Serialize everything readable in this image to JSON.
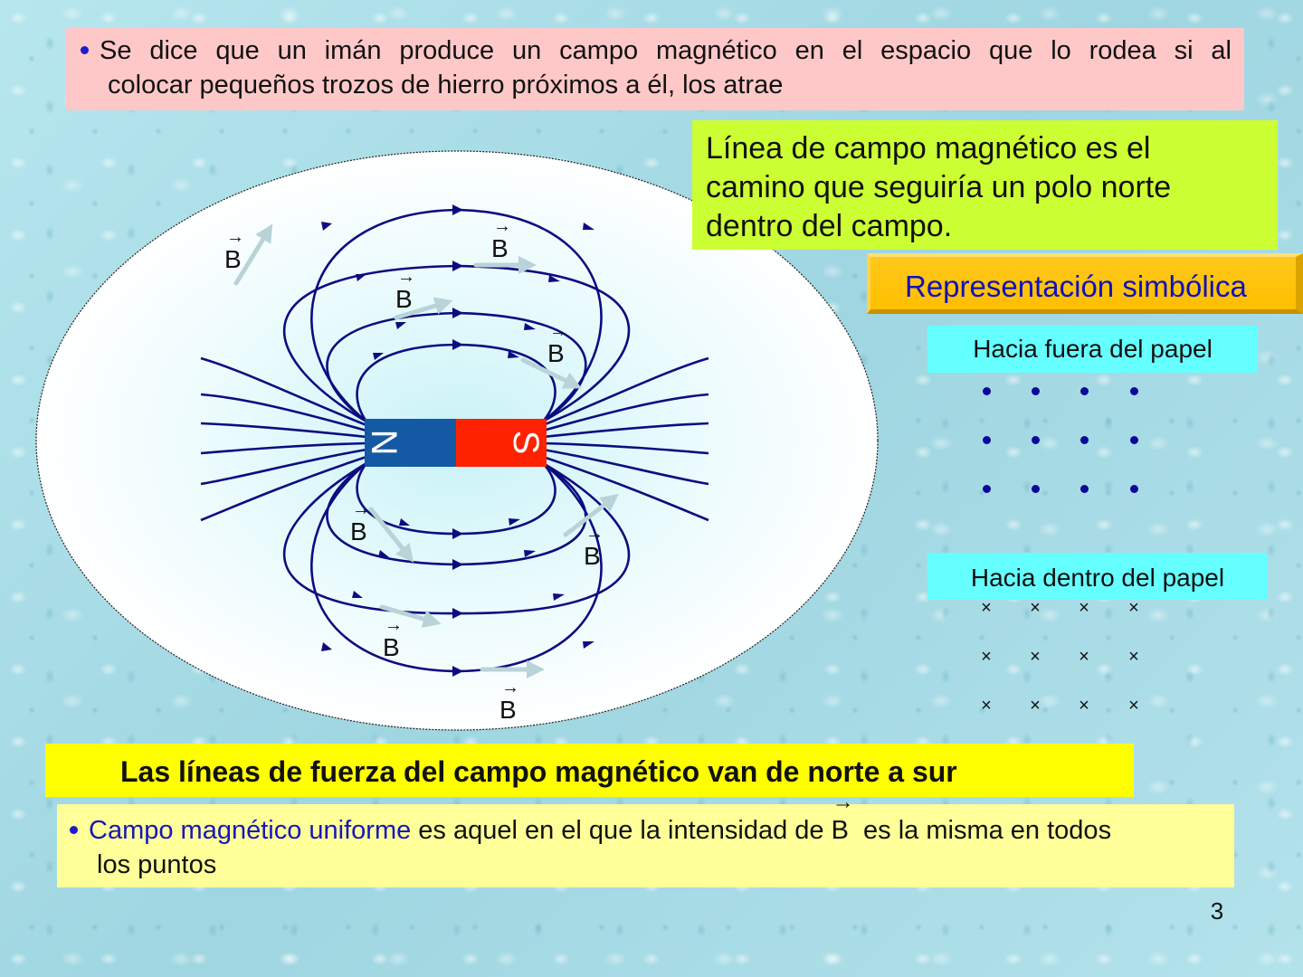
{
  "slide": {
    "page_number": "3",
    "background_color": "#a9dde6"
  },
  "intro": {
    "line1": "Se dice que un imán produce un campo magnético en el espacio que lo rodea si al",
    "line2": "colocar pequeños trozos  de hierro próximos a él, los atrae",
    "background_color": "#ffc8c8"
  },
  "definition": {
    "lines": [
      "Línea de campo magnético es el",
      "camino que seguiría un polo norte",
      "dentro del campo."
    ],
    "background_color": "#ccff33"
  },
  "symbolic": {
    "title": "Representación simbólica",
    "title_color": "#1111bb",
    "out_of_page": {
      "label": "Hacia fuera del papel",
      "symbol": "dot",
      "rows": 3,
      "cols": 4
    },
    "into_page": {
      "label": "Hacia dentro del papel",
      "symbol": "×",
      "rows": 3,
      "cols": 4
    }
  },
  "diagram": {
    "magnet": {
      "north_label": "N",
      "south_label": "S",
      "north_color": "#1459a3",
      "south_color": "#ff2200"
    },
    "field_line_color": "#0c0c80",
    "vector_label": "B",
    "vector_arrow": "→",
    "vector_label_count": 8
  },
  "rule": {
    "text": "Las líneas de fuerza del campo magnético van de norte a sur",
    "background_color": "#ffff00"
  },
  "uniform": {
    "term": "Campo magnético uniforme",
    "text_before_vector": " es aquel en el que la intensidad de ",
    "vector_symbol": "B",
    "vector_arrow": "→",
    "text_after_vector": "  es la misma en todos",
    "line2": "los puntos",
    "term_color": "#1616bb",
    "background_color": "#ffff99"
  }
}
